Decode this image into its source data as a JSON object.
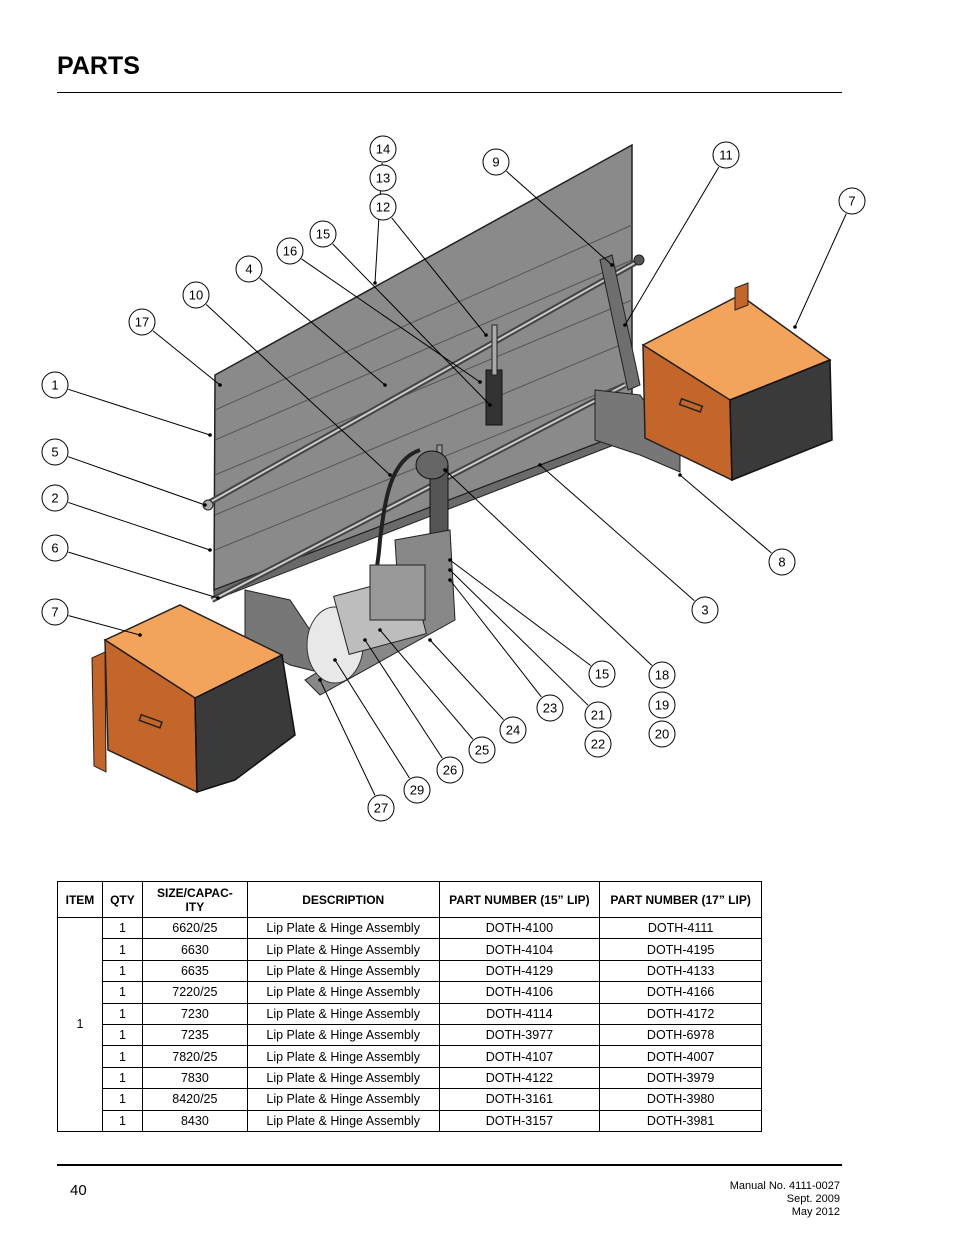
{
  "page": {
    "title": "PARTS",
    "page_number": "40",
    "manual_no": "Manual No. 4111-0027",
    "date_1": "Sept. 2009",
    "date_2": "May 2012"
  },
  "callouts": [
    "14",
    "13",
    "12",
    "9",
    "11",
    "7",
    "15",
    "16",
    "4",
    "10",
    "17",
    "1",
    "5",
    "2",
    "6",
    "7",
    "8",
    "3",
    "15",
    "18",
    "19",
    "20",
    "23",
    "21",
    "22",
    "24",
    "25",
    "26",
    "29",
    "27"
  ],
  "colors": {
    "plate": "#8a8a8a",
    "block_top": "#f4a35a",
    "block_side": "#c4662a",
    "block_dark": "#3a3a3a"
  },
  "table": {
    "headers": [
      "ITEM",
      "QTY",
      "SIZE/CAPAC-\nITY",
      "DESCRIPTION",
      "PART NUMBER (15” LIP)",
      "PART NUMBER (17” LIP)"
    ],
    "item": "1",
    "rows": [
      {
        "qty": "1",
        "size": "6620/25",
        "desc": "Lip Plate & Hinge Assembly",
        "p15": "DOTH-4100",
        "p17": "DOTH-4111"
      },
      {
        "qty": "1",
        "size": "6630",
        "desc": "Lip Plate & Hinge Assembly",
        "p15": "DOTH-4104",
        "p17": "DOTH-4195"
      },
      {
        "qty": "1",
        "size": "6635",
        "desc": "Lip Plate & Hinge Assembly",
        "p15": "DOTH-4129",
        "p17": "DOTH-4133"
      },
      {
        "qty": "1",
        "size": "7220/25",
        "desc": "Lip Plate & Hinge Assembly",
        "p15": "DOTH-4106",
        "p17": "DOTH-4166"
      },
      {
        "qty": "1",
        "size": "7230",
        "desc": "Lip Plate & Hinge Assembly",
        "p15": "DOTH-4114",
        "p17": "DOTH-4172"
      },
      {
        "qty": "1",
        "size": "7235",
        "desc": "Lip Plate & Hinge Assembly",
        "p15": "DOTH-3977",
        "p17": "DOTH-6978"
      },
      {
        "qty": "1",
        "size": "7820/25",
        "desc": "Lip Plate & Hinge Assembly",
        "p15": "DOTH-4107",
        "p17": "DOTH-4007"
      },
      {
        "qty": "1",
        "size": "7830",
        "desc": "Lip Plate & Hinge Assembly",
        "p15": "DOTH-4122",
        "p17": "DOTH-3979"
      },
      {
        "qty": "1",
        "size": "8420/25",
        "desc": "Lip Plate & Hinge Assembly",
        "p15": "DOTH-3161",
        "p17": "DOTH-3980"
      },
      {
        "qty": "1",
        "size": "8430",
        "desc": "Lip Plate & Hinge Assembly",
        "p15": "DOTH-3157",
        "p17": "DOTH-3981"
      }
    ]
  }
}
